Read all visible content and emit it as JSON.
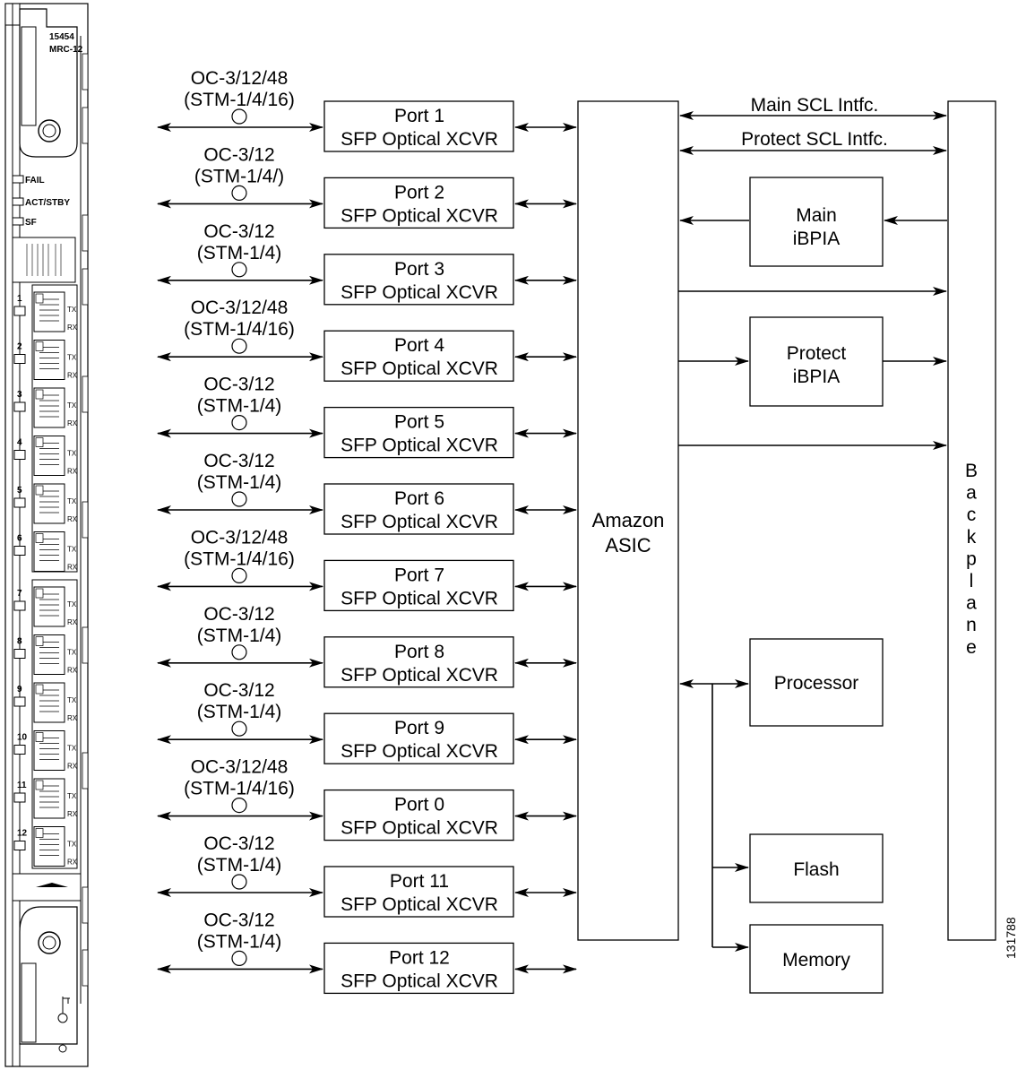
{
  "card": {
    "model_lines": [
      "15454",
      "MRC-12"
    ],
    "leds": [
      "FAIL",
      "ACT/STBY",
      "SF"
    ],
    "ports": [
      "1",
      "2",
      "3",
      "4",
      "5",
      "6",
      "7",
      "8",
      "9",
      "10",
      "11",
      "12"
    ],
    "tx_label": "TX",
    "rx_label": "RX"
  },
  "ports": [
    {
      "rate": "OC-3/12/48",
      "stm": "(STM-1/4/16)",
      "name": "Port 1"
    },
    {
      "rate": "OC-3/12",
      "stm": "(STM-1/4/)",
      "name": "Port 2"
    },
    {
      "rate": "OC-3/12",
      "stm": "(STM-1/4)",
      "name": "Port 3"
    },
    {
      "rate": "OC-3/12/48",
      "stm": "(STM-1/4/16)",
      "name": "Port 4"
    },
    {
      "rate": "OC-3/12",
      "stm": "(STM-1/4)",
      "name": "Port 5"
    },
    {
      "rate": "OC-3/12",
      "stm": "(STM-1/4)",
      "name": "Port 6"
    },
    {
      "rate": "OC-3/12/48",
      "stm": "(STM-1/4/16)",
      "name": "Port 7"
    },
    {
      "rate": "OC-3/12",
      "stm": "(STM-1/4)",
      "name": "Port 8"
    },
    {
      "rate": "OC-3/12",
      "stm": "(STM-1/4)",
      "name": "Port 9"
    },
    {
      "rate": "OC-3/12/48",
      "stm": "(STM-1/4/16)",
      "name": "Port 0"
    },
    {
      "rate": "OC-3/12",
      "stm": "(STM-1/4)",
      "name": "Port 11"
    },
    {
      "rate": "OC-3/12",
      "stm": "(STM-1/4)",
      "name": "Port 12"
    }
  ],
  "xcvr_label": "SFP Optical XCVR",
  "asic": {
    "line1": "Amazon",
    "line2": "ASIC"
  },
  "backplane": {
    "letters": [
      "B",
      "a",
      "c",
      "k",
      "p",
      "l",
      "a",
      "n",
      "e"
    ]
  },
  "interfaces": {
    "main_scl": "Main SCL Intfc.",
    "protect_scl": "Protect SCL Intfc."
  },
  "blocks": {
    "main_ibpia": [
      "Main",
      "iBPIA"
    ],
    "protect_ibpia": [
      "Protect",
      "iBPIA"
    ],
    "processor": "Processor",
    "flash": "Flash",
    "memory": "Memory"
  },
  "figure_number": "131788"
}
